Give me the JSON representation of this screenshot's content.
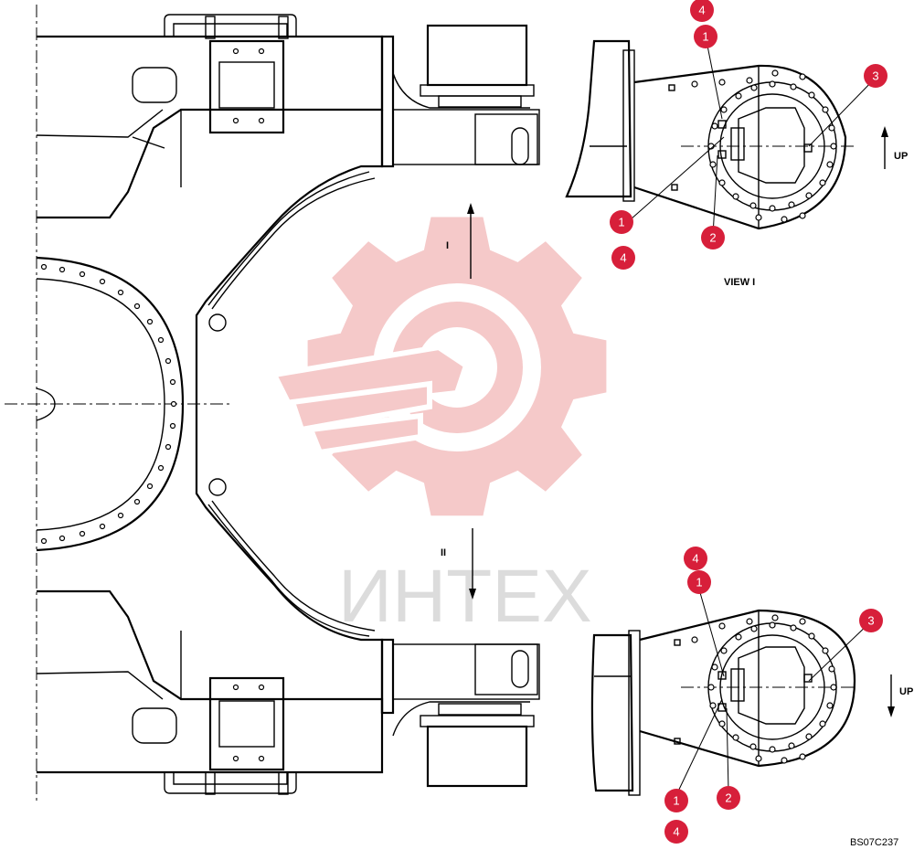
{
  "labels": {
    "view_i": "VIEW I",
    "arrow_i": "I",
    "arrow_ii": "II",
    "up_top": "UP",
    "up_bottom": "UP",
    "figure_code": "BS07C237"
  },
  "watermark": {
    "text": "ИНТЕХ",
    "color": "#f2b8b8"
  },
  "callout_color": "#d71f3a",
  "callouts": [
    {
      "id": "c-top-4a",
      "text": "4"
    },
    {
      "id": "c-top-1a",
      "text": "1"
    },
    {
      "id": "c-top-3",
      "text": "3"
    },
    {
      "id": "c-top-1b",
      "text": "1"
    },
    {
      "id": "c-top-2",
      "text": "2"
    },
    {
      "id": "c-top-4b",
      "text": "4"
    },
    {
      "id": "c-bot-4a",
      "text": "4"
    },
    {
      "id": "c-bot-1a",
      "text": "1"
    },
    {
      "id": "c-bot-3",
      "text": "3"
    },
    {
      "id": "c-bot-1b",
      "text": "1"
    },
    {
      "id": "c-bot-2",
      "text": "2"
    },
    {
      "id": "c-bot-4b",
      "text": "4"
    }
  ]
}
